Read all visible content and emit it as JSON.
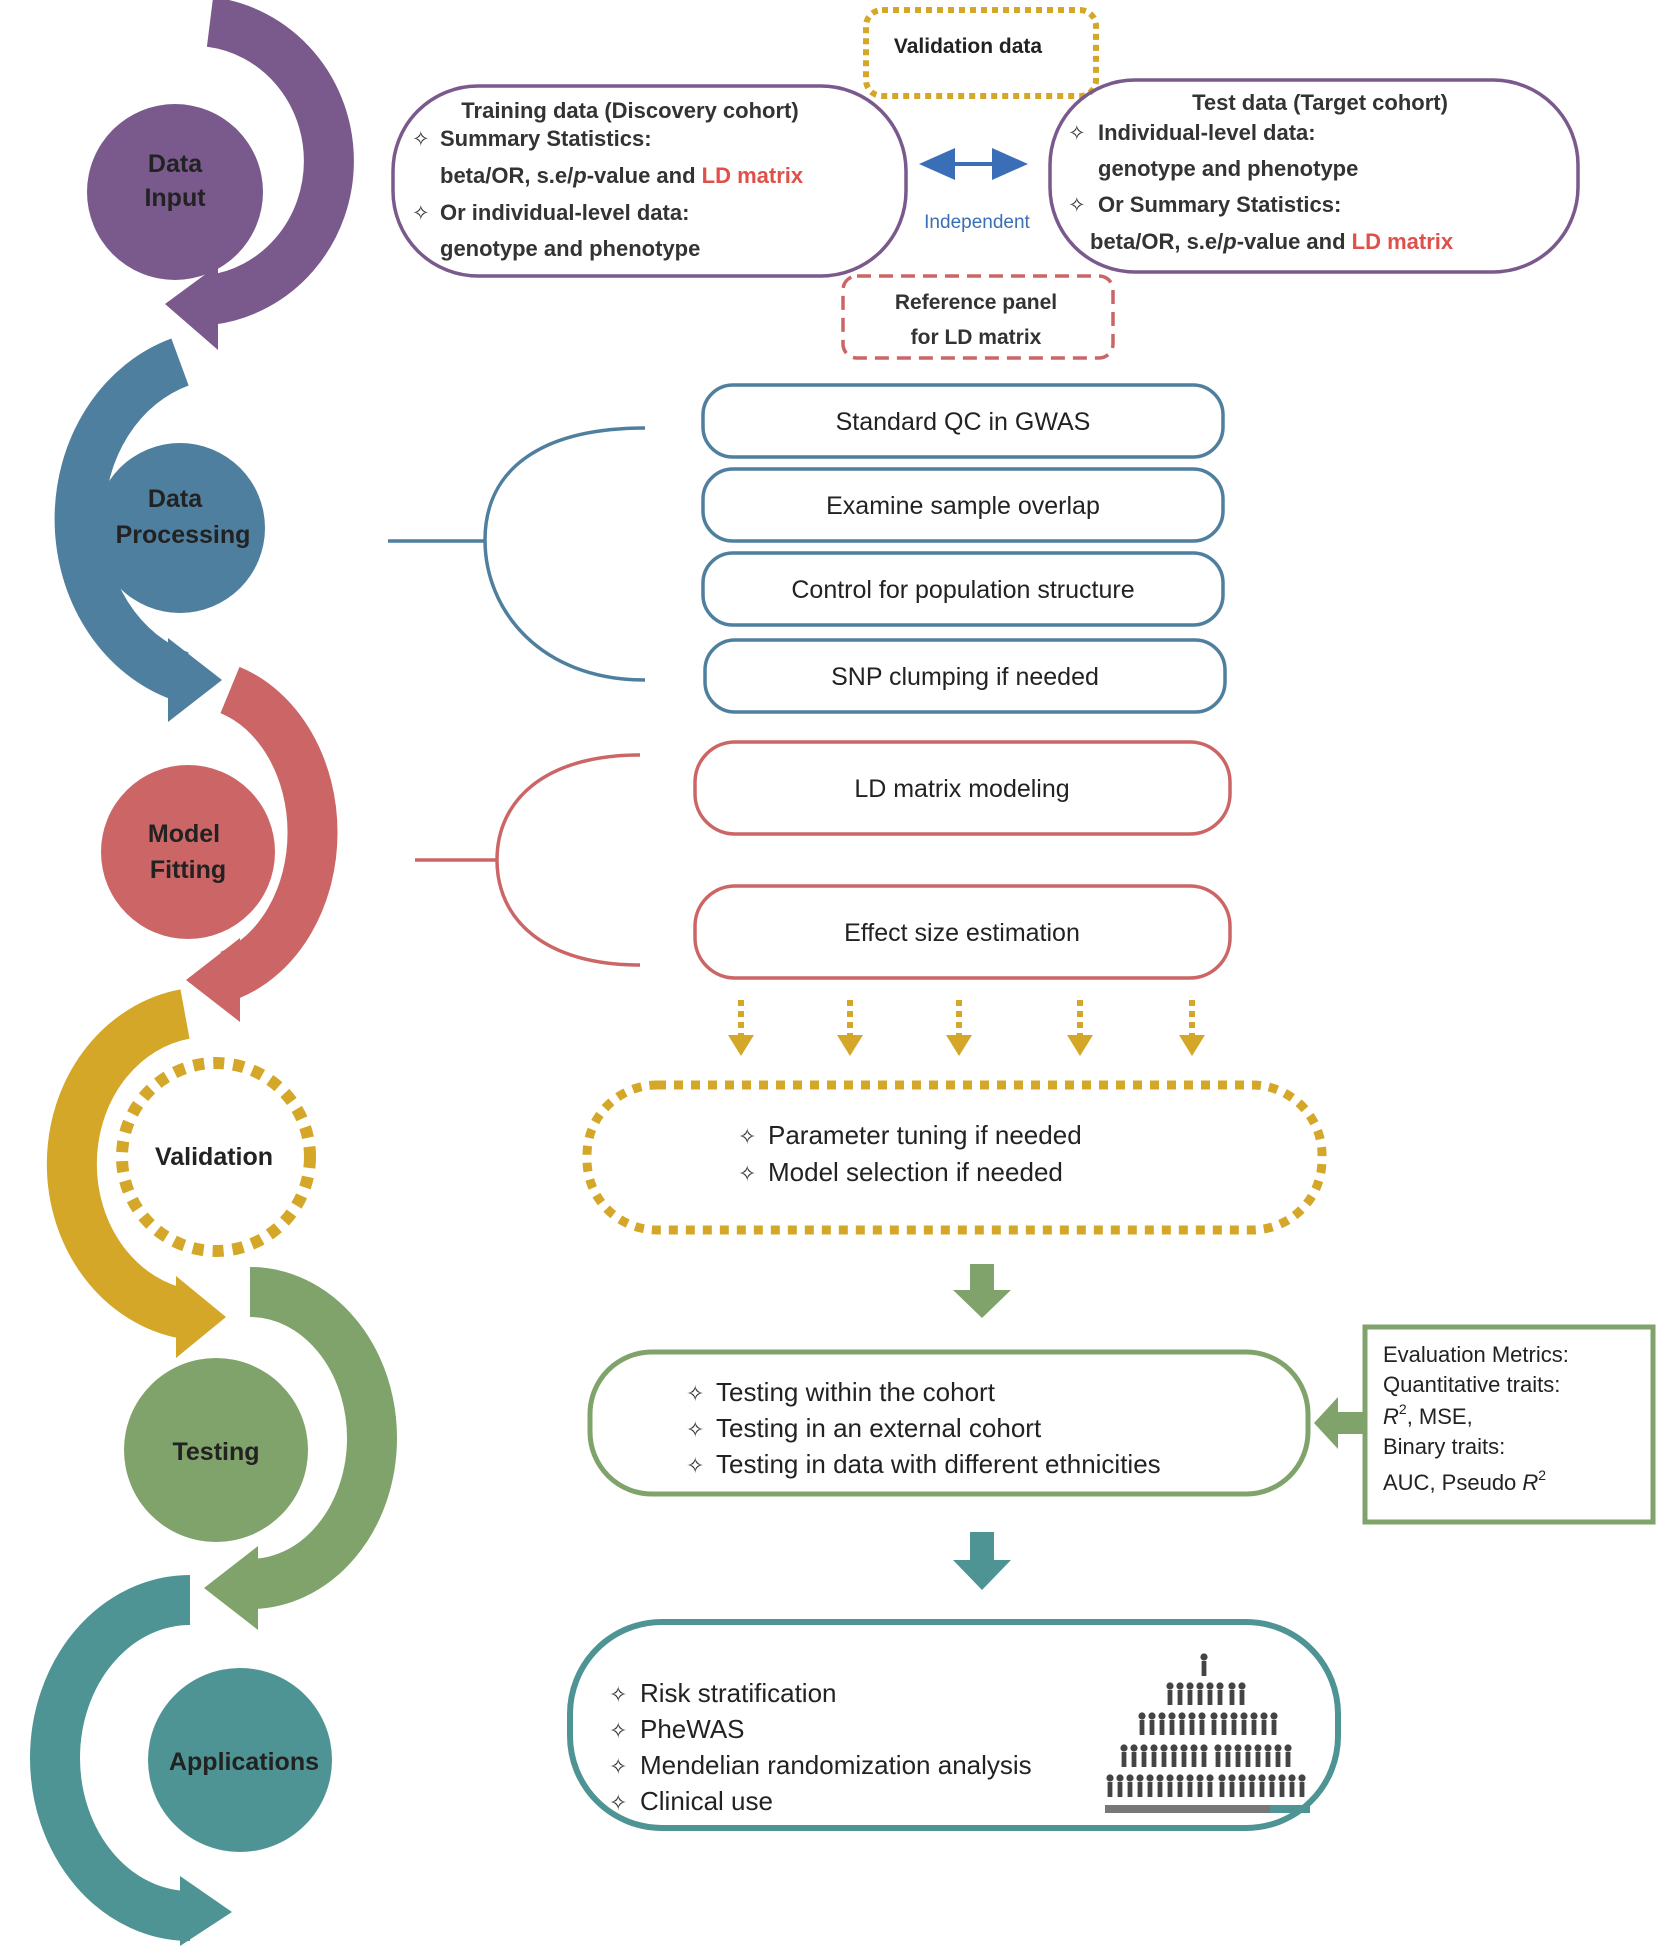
{
  "stages": [
    {
      "id": "data-input",
      "lines": [
        "Data",
        "Input"
      ],
      "color": "#7a5a8c"
    },
    {
      "id": "data-processing",
      "lines": [
        "Data",
        "Processing"
      ],
      "color": "#4f7f9f"
    },
    {
      "id": "model-fitting",
      "lines": [
        "Model",
        "Fitting"
      ],
      "color": "#cc6666"
    },
    {
      "id": "validation",
      "lines": [
        "Validation"
      ],
      "color": "#d4a729"
    },
    {
      "id": "testing",
      "lines": [
        "Testing"
      ],
      "color": "#7fa36a"
    },
    {
      "id": "applications",
      "lines": [
        "Applications"
      ],
      "color": "#4e9494"
    }
  ],
  "data_input": {
    "validation_box": "Validation data",
    "independent_label": "Independent",
    "reference_box": [
      "Reference panel",
      "for LD matrix"
    ],
    "training": {
      "title": "Training data (Discovery cohort)",
      "item1_head": "Summary Statistics:",
      "item1_text": "beta/OR, s.e/",
      "item1_p": "p",
      "item1_tail": "-value and ",
      "item1_ld": "LD matrix",
      "item2_head": "Or individual-level data:",
      "item2_text": "genotype and phenotype"
    },
    "test": {
      "title": "Test data (Target cohort)",
      "item1_head": "Individual-level data:",
      "item1_text": "genotype and phenotype",
      "item2_head": "Or Summary Statistics:",
      "item2_text": "beta/OR, s.e/",
      "item2_p": "p",
      "item2_tail": "-value and ",
      "item2_ld": "LD matrix"
    }
  },
  "processing_steps": [
    "Standard QC in GWAS",
    "Examine sample overlap",
    "Control for population structure",
    "SNP clumping if needed"
  ],
  "fitting_steps": [
    "LD matrix modeling",
    "Effect size estimation"
  ],
  "validation_items": [
    "Parameter tuning if needed",
    "Model selection if needed"
  ],
  "testing_items": [
    "Testing within the cohort",
    "Testing in an external cohort",
    "Testing in data with different ethnicities"
  ],
  "metrics": {
    "title": "Evaluation Metrics:",
    "quant_label": "Quantitative traits:",
    "quant_r": "R",
    "quant_sup": "2",
    "quant_tail": ", MSE,",
    "binary_label": "Binary traits:",
    "binary_text": "AUC, Pseudo ",
    "binary_r": "R",
    "binary_sup": "2"
  },
  "application_items": [
    "Risk stratification",
    "PheWAS",
    "Mendelian randomization analysis",
    "Clinical use"
  ],
  "colors": {
    "purple": "#7a5a8c",
    "blue": "#4f7f9f",
    "red": "#cc6666",
    "gold": "#d4a729",
    "green": "#7fa36a",
    "teal": "#4e9494",
    "ld_red": "#e0504a",
    "link_blue": "#3a6fb8"
  }
}
